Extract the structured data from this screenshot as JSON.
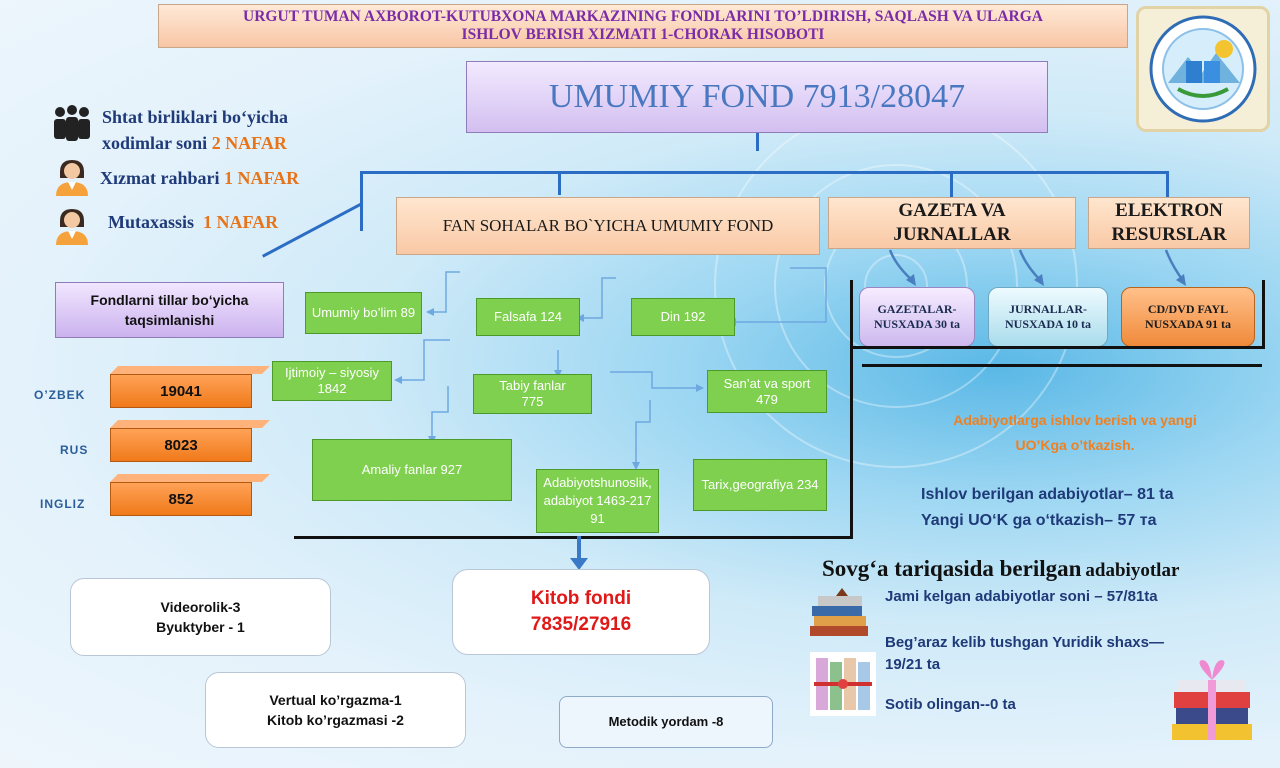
{
  "header": {
    "line1": "URGUT TUMAN AXBOROT-KUTUBXONA MARKAZINING FONDLARINI TO’LDIRISH, SAQLASH VA ULARGA",
    "line2": "ISHLOV BERISH  XIZMATI 1-CHORAK HISOBOTI"
  },
  "main_title": "UMUMIY FOND 7913/28047",
  "staff": [
    {
      "label": "Shtat birliklari bo‘yicha",
      "label2": "xodimlar soni",
      "value": "2 NAFAR"
    },
    {
      "label": "Xızmat rahbari",
      "value": "1 NAFAR"
    },
    {
      "label": "Mutaxassis",
      "value": "1 NAFAR"
    }
  ],
  "categories": {
    "fan": "FAN SOHALAR BO`YICHA UMUMIY FOND",
    "gazeta": "GAZETA VA JURNALLAR",
    "elektron": "ELEKTRON RESURSLAR"
  },
  "sub_resources": {
    "gazetalar": "GAZETALAR-NUSXADA 30 ta",
    "jurnallar": "JURNALLAR-NUSXADA 10 ta",
    "cd": "CD/DVD FAYL NUSXADA 91 ta"
  },
  "languages": {
    "title": "Fondlarni tillar bo‘yicha taqsimlanishi",
    "items": [
      {
        "name": "O’ZBEK",
        "value": "19041"
      },
      {
        "name": "RUS",
        "value": "8023"
      },
      {
        "name": "INGLIZ",
        "value": "852"
      }
    ]
  },
  "fields": {
    "umumiy": "Umumiy bo’lim 89",
    "falsafa": "Falsafa 124",
    "din": "Din 192",
    "ijtimoiy": "Ijtimoiy – siyosiy 1842",
    "tabiy": "Tabiy fanlar 775",
    "sanat": "San’at va sport 479",
    "amaliy": "Amaliy fanlar 927",
    "adabiyot": "Adabiyotshunoslik,adabiyot 1463-21791",
    "tarix": "Tarix,geografiya 234"
  },
  "kitob": {
    "line1": "Kitob  fondi",
    "line2": "7835/27916"
  },
  "boxes": {
    "video1": "Videorolik-3",
    "video2": "Byuktyber - 1",
    "vertual1": "Vertual ko’rgazma-1",
    "vertual2": "Kitob ko’rgazmasi -2",
    "metodik": "Metodik yordam -8"
  },
  "processing": {
    "heading1": "Adabiyotlarga ishlov berish va yangi",
    "heading2": "UO’Kga o’tkazish.",
    "stat1": "Ishlov berilgan adabiyotlar– 81 ta",
    "stat2": "Yangi UO‘K ga o‘tkazish– 57 та"
  },
  "gifts": {
    "title_a": "Sovg‘a tariqasida berilgan",
    "title_b": "adabiyotlar",
    "total": "Jami kelgan  adabiyotlar soni – 57/81ta",
    "legal1": "Beg’araz kelib tushgan Yuridik shaxs—",
    "legal2": "19/21 ta",
    "bought": "Sotib olingan--0 ta"
  },
  "colors": {
    "accent_orange": "#f07a1a",
    "title_purple": "#7a2ca8",
    "value_orange": "#e8741a",
    "kitob_red": "#e01818",
    "navy": "#1f3a78"
  }
}
